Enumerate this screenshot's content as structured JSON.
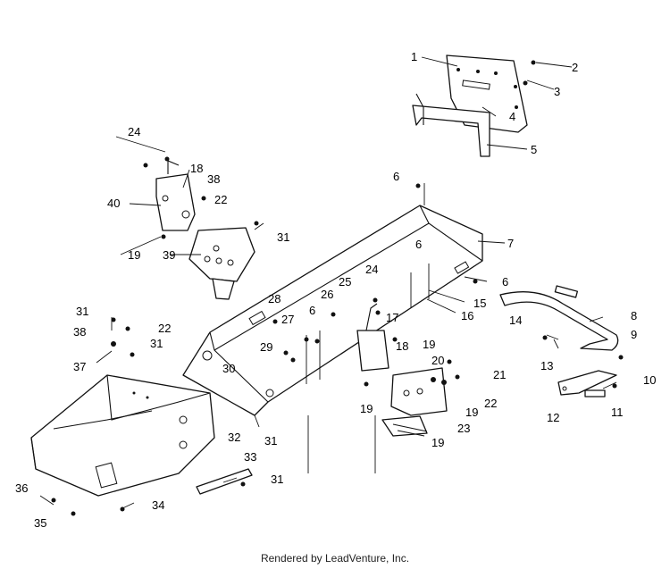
{
  "callouts": [
    "1",
    "2",
    "3",
    "4",
    "5",
    "6",
    "6",
    "6",
    "6",
    "7",
    "8",
    "9",
    "10",
    "11",
    "12",
    "13",
    "14",
    "15",
    "16",
    "17",
    "18",
    "18",
    "19",
    "19",
    "19",
    "19",
    "19",
    "20",
    "21",
    "22",
    "22",
    "22",
    "23",
    "24",
    "24",
    "25",
    "26",
    "27",
    "28",
    "29",
    "30",
    "31",
    "31",
    "31",
    "31",
    "31",
    "32",
    "33",
    "34",
    "35",
    "36",
    "37",
    "38",
    "38",
    "39",
    "40"
  ],
  "footer": "Rendered by LeadVenture, Inc."
}
